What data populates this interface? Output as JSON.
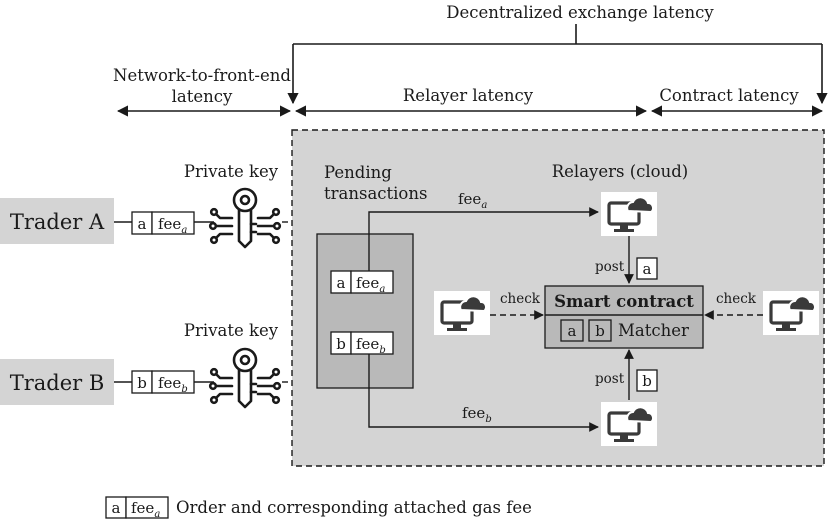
{
  "latency": {
    "decentralized": "Decentralized exchange latency",
    "network_line1": "Network-to-front-end",
    "network_line2": "latency",
    "relayer": "Relayer latency",
    "contract": "Contract latency"
  },
  "traders": [
    {
      "name": "Trader A",
      "order": "a",
      "fee_base": "fee",
      "fee_sub": "a"
    },
    {
      "name": "Trader B",
      "order": "b",
      "fee_base": "fee",
      "fee_sub": "b"
    }
  ],
  "private_key_label": "Private key",
  "pending": {
    "title_line1": "Pending",
    "title_line2": "transactions"
  },
  "relayers_label": "Relayers (cloud)",
  "post_label": "post",
  "check_label": "check",
  "smart_contract": {
    "title": "Smart contract",
    "matcher": "Matcher",
    "orders": [
      "a",
      "b"
    ]
  },
  "legend": {
    "order": "a",
    "fee_base": "fee",
    "fee_sub": "a",
    "text": "Order and corresponding attached gas fee"
  },
  "colors": {
    "shaded_region": "#d4d4d4",
    "pending_box": "#b9b9b9",
    "contract_box": "#b0b0b0",
    "trader_box": "#d4d4d4",
    "icon": "#3a3a3a"
  }
}
